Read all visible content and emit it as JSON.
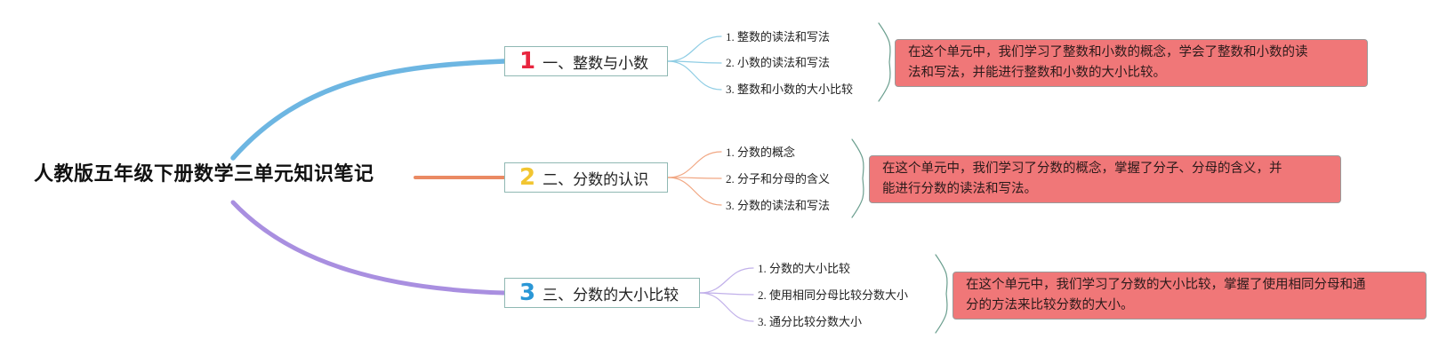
{
  "root": {
    "title": "人教版五年级下册数学三单元知识笔记"
  },
  "branches": [
    {
      "number": "1",
      "number_color": "#e8263f",
      "branch_color": "#6db6e2",
      "sub_color": "#8fcde4",
      "label": "一、整数与小数",
      "items": [
        "1. 整数的读法和写法",
        "2. 小数的读法和写法",
        "3. 整数和小数的大小比较"
      ],
      "summary_lines": [
        "在这个单元中，我们学习了整数和小数的概念，学会了整数和小数的读",
        "法和写法，并能进行整数和小数的大小比较。"
      ]
    },
    {
      "number": "2",
      "number_color": "#f2c531",
      "branch_color": "#ea8a63",
      "sub_color": "#f1a783",
      "label": "二、分数的认识",
      "items": [
        "1. 分数的概念",
        "2. 分子和分母的含义",
        "3. 分数的读法和写法"
      ],
      "summary_lines": [
        "在这个单元中，我们学习了分数的概念，掌握了分子、分母的含义，并",
        "能进行分数的读法和写法。"
      ]
    },
    {
      "number": "3",
      "number_color": "#2a97d6",
      "branch_color": "#a98fe0",
      "sub_color": "#c1b0ea",
      "label": "三、分数的大小比较",
      "items": [
        "1. 分数的大小比较",
        "2. 使用相同分母比较分数大小",
        "3. 通分比较分数大小"
      ],
      "summary_lines": [
        "在这个单元中，我们学习了分数的大小比较，掌握了使用相同分母和通",
        "分的方法来比较分数的大小。"
      ]
    }
  ],
  "colors": {
    "topic_border": "#8fb8b3",
    "summary_fill": "#f07778",
    "summary_border": "#9a9a9a",
    "bracket": "#6a9e8e"
  }
}
